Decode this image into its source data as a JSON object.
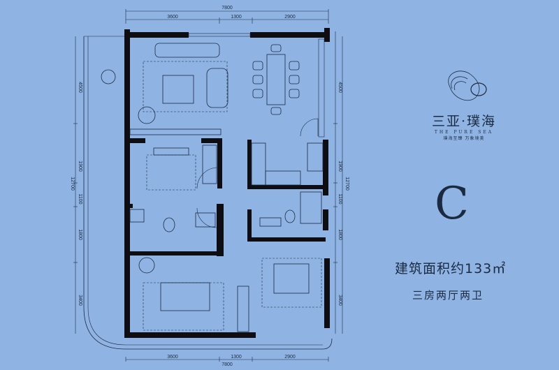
{
  "brand": {
    "name_cn": "三亚·璞海",
    "name_en": "THE PURE SEA",
    "slogan": "璞海至臻 万象境美",
    "logo_icon": "pebble-stones-logo"
  },
  "unit": {
    "type_letter": "C",
    "area_label": "建筑面积约133㎡",
    "layout_label": "三房两厅两卫"
  },
  "dimensions": {
    "top_total": "7800",
    "top_segments": [
      "3600",
      "1300",
      "2900"
    ],
    "bottom_total": "7800",
    "bottom_segments": [
      "3600",
      "1300",
      "2900"
    ],
    "left_total": "12700",
    "left_segments": [
      "4500",
      "1900",
      "1100",
      "1800",
      "3400"
    ],
    "right_total": "12700",
    "right_segments": [
      "4500",
      "1900",
      "1100",
      "1800",
      "3400"
    ]
  },
  "colors": {
    "background": "#8fb4e3",
    "line": "#1b2a40",
    "wall": "#0d0d12"
  }
}
